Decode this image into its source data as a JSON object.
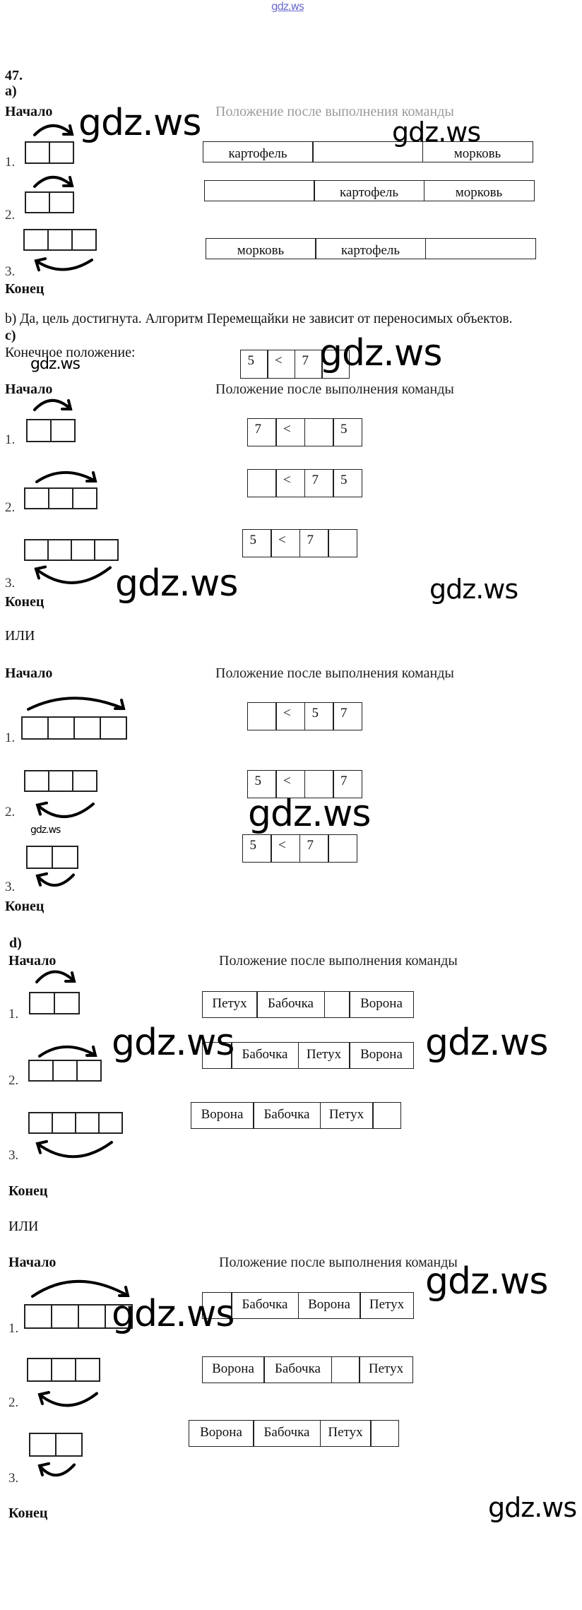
{
  "watermark": "gdz.ws",
  "task_number": "47.",
  "common": {
    "start": "Начало",
    "end": "Конец",
    "positions_header": "Положение после выполнения команды",
    "or": "ИЛИ",
    "step_labels": [
      "1.",
      "2.",
      "3."
    ]
  },
  "part_a": {
    "label": "а)",
    "rows": [
      [
        "картофель",
        "",
        "морковь"
      ],
      [
        "",
        "картофель",
        "морковь"
      ],
      [
        "морковь",
        "картофель",
        ""
      ]
    ]
  },
  "part_b": {
    "text": "b) Да, цель достигнута. Алгоритм Перемещайки не зависит от переносимых объектов."
  },
  "part_c": {
    "label": "c)",
    "final_label": "Конечное положение:",
    "final_row": [
      "5",
      "<",
      "7",
      ""
    ],
    "variant1_rows": [
      [
        "7",
        "<",
        "",
        "5"
      ],
      [
        "",
        "<",
        "7",
        "5"
      ],
      [
        "5",
        "<",
        "7",
        ""
      ]
    ],
    "variant2_rows": [
      [
        "",
        "<",
        "5",
        "7"
      ],
      [
        "5",
        "<",
        "",
        "7"
      ],
      [
        "5",
        "<",
        "7",
        ""
      ]
    ]
  },
  "part_d": {
    "label": "d)",
    "variant1_rows": [
      [
        "Петух",
        "Бабочка",
        "",
        "Ворона"
      ],
      [
        "",
        "Бабочка",
        "Петух",
        "Ворона"
      ],
      [
        "Ворона",
        "Бабочка",
        "Петух",
        ""
      ]
    ],
    "variant2_rows": [
      [
        "",
        "Бабочка",
        "Ворона",
        "Петух"
      ],
      [
        "Ворона",
        "Бабочка",
        "",
        "Петух"
      ],
      [
        "Ворона",
        "Бабочка",
        "Петух",
        ""
      ]
    ]
  }
}
